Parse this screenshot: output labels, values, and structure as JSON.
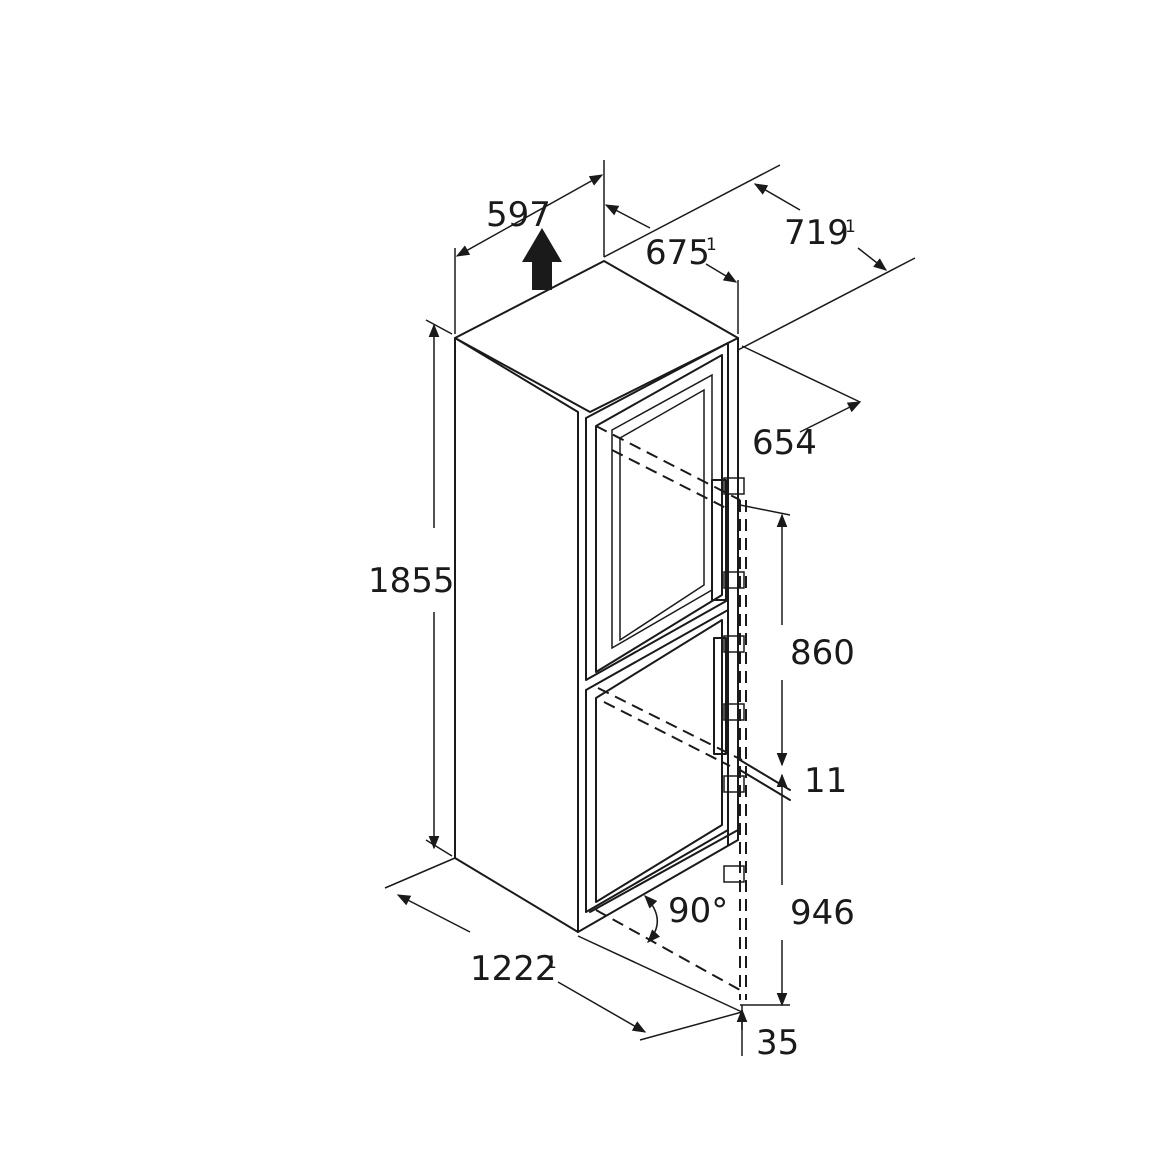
{
  "dimensions": {
    "width": "597",
    "depth": "675",
    "depth_footnote": "1",
    "depth_door_open": "719",
    "depth_door_open_footnote": "1",
    "depth_body": "654",
    "height": "1855",
    "upper_door": "860",
    "door_gap": "11",
    "lower_door": "946",
    "floor": "35",
    "door_swing": "1222",
    "door_swing_footnote": "1",
    "angle": "90°"
  }
}
